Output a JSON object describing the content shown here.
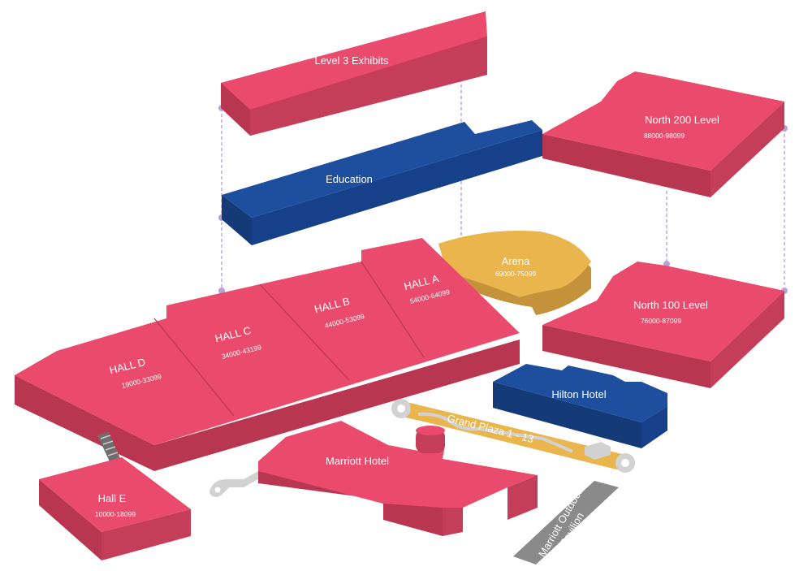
{
  "colors": {
    "pink_top": "#ea4a6b",
    "pink_side": "#b93651",
    "blue_top": "#1d4f9e",
    "blue_side": "#143a78",
    "gold_top": "#e9b54c",
    "gold_side": "#c4923a",
    "grey": "#d2d2d2",
    "pavilion": "#8a8a8a",
    "connector": "#b8a2d6"
  },
  "zones": {
    "level3": {
      "name": "Level 3 Exhibits"
    },
    "education": {
      "name": "Education"
    },
    "north200": {
      "name": "North 200 Level",
      "range": "88000-98099"
    },
    "arena": {
      "name": "Arena",
      "range": "69000-75099"
    },
    "north100": {
      "name": "North 100 Level",
      "range": "76000-87099"
    },
    "hall_a": {
      "name": "HALL A",
      "range": "54000-64099"
    },
    "hall_b": {
      "name": "HALL B",
      "range": "44000-53099"
    },
    "hall_c": {
      "name": "HALL C",
      "range": "34000-43199"
    },
    "hall_d": {
      "name": "HALL D",
      "range": "19000-33099"
    },
    "hall_e": {
      "name": "Hall E",
      "range": "10000-18099"
    },
    "hilton": {
      "name": "Hilton Hotel"
    },
    "grand_plaza": {
      "name": "Grand Plaza  1 - 13"
    },
    "marriott": {
      "name": "Marriott Hotel"
    },
    "pavilion": {
      "line1": "Marriott Outdoor",
      "line2": "Pavilion"
    }
  }
}
